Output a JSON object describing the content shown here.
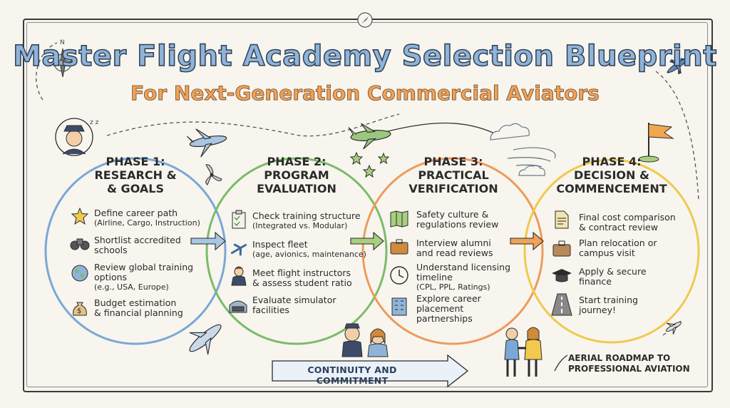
{
  "title": "Master Flight Academy Selection Blueprint",
  "subtitle": "For Next-Generation Commercial Aviators",
  "phases": [
    {
      "title_line1": "PHASE 1:",
      "title_line2": "RESEARCH &",
      "title_line3": "& GOALS",
      "color": "#7aa7d6",
      "items": [
        {
          "icon": "star-icon",
          "line1": "Define career path",
          "line2": "(Airline, Cargo, Instruction)"
        },
        {
          "icon": "binoculars-icon",
          "line1": "Shortlist accredited",
          "line2": "schools"
        },
        {
          "icon": "globe-icon",
          "line1": "Review global training",
          "line2": "options",
          "line3": "(e.g., USA, Europe)"
        },
        {
          "icon": "money-bag-icon",
          "line1": "Budget estimation",
          "line2": "& financial planning"
        }
      ]
    },
    {
      "title_line1": "PHASE 2:",
      "title_line2": "PROGRAM",
      "title_line3": "EVALUATION",
      "color": "#7cba6a",
      "items": [
        {
          "icon": "clipboard-icon",
          "line1": "Check training structure",
          "line2": "(Integrated vs. Modular)"
        },
        {
          "icon": "airplane-icon",
          "line1": "Inspect fleet",
          "line2": "(age, avionics, maintenance)"
        },
        {
          "icon": "instructor-icon",
          "line1": "Meet flight instructors",
          "line2": "& assess student ratio"
        },
        {
          "icon": "simulator-icon",
          "line1": "Evaluate simulator",
          "line2": "facilities"
        }
      ]
    },
    {
      "title_line1": "PHASE 3:",
      "title_line2": "PRACTICAL",
      "title_line3": "VERIFICATION",
      "color": "#ee9a5c",
      "items": [
        {
          "icon": "map-icon",
          "line1": "Safety culture &",
          "line2": "regulations review"
        },
        {
          "icon": "briefcase-icon",
          "line1": "Interview alumni",
          "line2": "and read reviews"
        },
        {
          "icon": "clock-icon",
          "line1": "Understand licensing",
          "line2": "timeline",
          "line3": "(CPL, PPL, Ratings)"
        },
        {
          "icon": "building-icon",
          "line1": "Explore career",
          "line2": "placement",
          "line3": "partnerships"
        }
      ]
    },
    {
      "title_line1": "PHASE 4:",
      "title_line2": "DECISION &",
      "title_line3": "COMMENCEMENT",
      "color": "#f0c94e",
      "items": [
        {
          "icon": "document-icon",
          "line1": "Final cost comparison",
          "line2": "& contract review"
        },
        {
          "icon": "suitcase-icon",
          "line1": "Plan relocation or",
          "line2": "campus visit"
        },
        {
          "icon": "graduation-cap-icon",
          "line1": "Apply & secure",
          "line2": "finance"
        },
        {
          "icon": "runway-icon",
          "line1": "Start training",
          "line2": "journey!"
        }
      ]
    }
  ],
  "banner": "CONTINUITY AND COMMITMENT",
  "roadmap_line1": "AERIAL ROADMAP TO",
  "roadmap_line2": "PROFESSIONAL AVIATION",
  "colors": {
    "title_fill": "#8fb4d8",
    "subtitle_fill": "#f0a25a",
    "phase1": "#7aa7d6",
    "phase2": "#7cba6a",
    "phase3": "#ee9a5c",
    "phase4": "#f0c94e"
  }
}
